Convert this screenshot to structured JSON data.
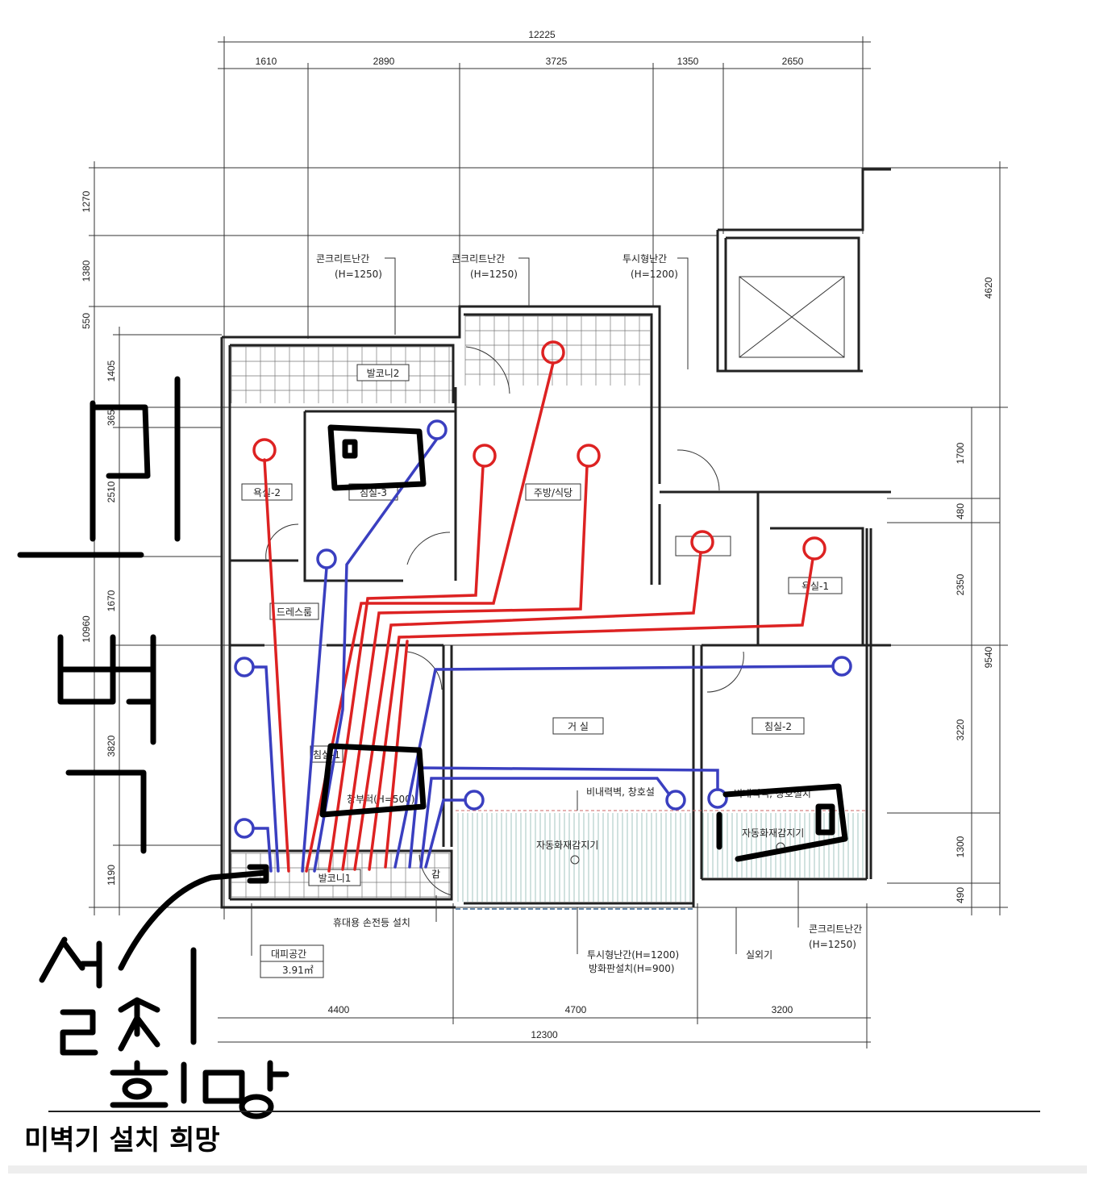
{
  "dimensions": {
    "top_total": "12225",
    "top": [
      "1610",
      "2890",
      "3725",
      "1350",
      "2650"
    ],
    "left_total": "10960",
    "left": [
      "1270",
      "1380",
      "550",
      "1405",
      "365",
      "2510",
      "1670",
      "3820",
      "1190"
    ],
    "right_total": "9540",
    "right_top": "4620",
    "right": [
      "1700",
      "480",
      "2350",
      "3220",
      "1300",
      "490"
    ],
    "bottom": [
      "4400",
      "4700",
      "3200"
    ],
    "bottom_total": "12300"
  },
  "callouts": {
    "concrete_rail_1": "콘크리트난간",
    "concrete_rail_1_h": "(H=1250)",
    "concrete_rail_2": "콘크리트난간",
    "concrete_rail_2_h": "(H=1250)",
    "glass_rail_top": "투시형난간",
    "glass_rail_top_h": "(H=1200)",
    "nonbearing_wall_1": "비내력벽, 창호설",
    "nonbearing_wall_2": "비내력벽, 창호설치",
    "sill": "창부턱(H=500)",
    "fire_detector_1": "자동화재감지기",
    "fire_detector_2": "자동화재감지기",
    "flashlight": "휴대용 손전등 설치",
    "glass_rail_bottom": "투시형난간(H=1200)",
    "fire_board": "방화판설치(H=900)",
    "outdoor_unit": "실외기",
    "concrete_rail_3": "콘크리트난간",
    "concrete_rail_3_h": "(H=1250)",
    "refuge": "대피공간",
    "refuge_area": "3.91㎡",
    "gas_mark": "감"
  },
  "rooms": {
    "balcony2": "발코니2",
    "bath2": "욕실-2",
    "bed3": "침실-3",
    "kitchen": "주방/식당",
    "dress": "드레스룸",
    "bath1": "욕실-1",
    "living": "거 실",
    "bed2": "침실-2",
    "bed1": "침실-1",
    "balcony1": "발코니1"
  },
  "handwriting": "미벽기 설치 희망",
  "colors": {
    "red_line": "#dd2222",
    "blue_line": "#3a3fc0",
    "ink": "#000000"
  }
}
